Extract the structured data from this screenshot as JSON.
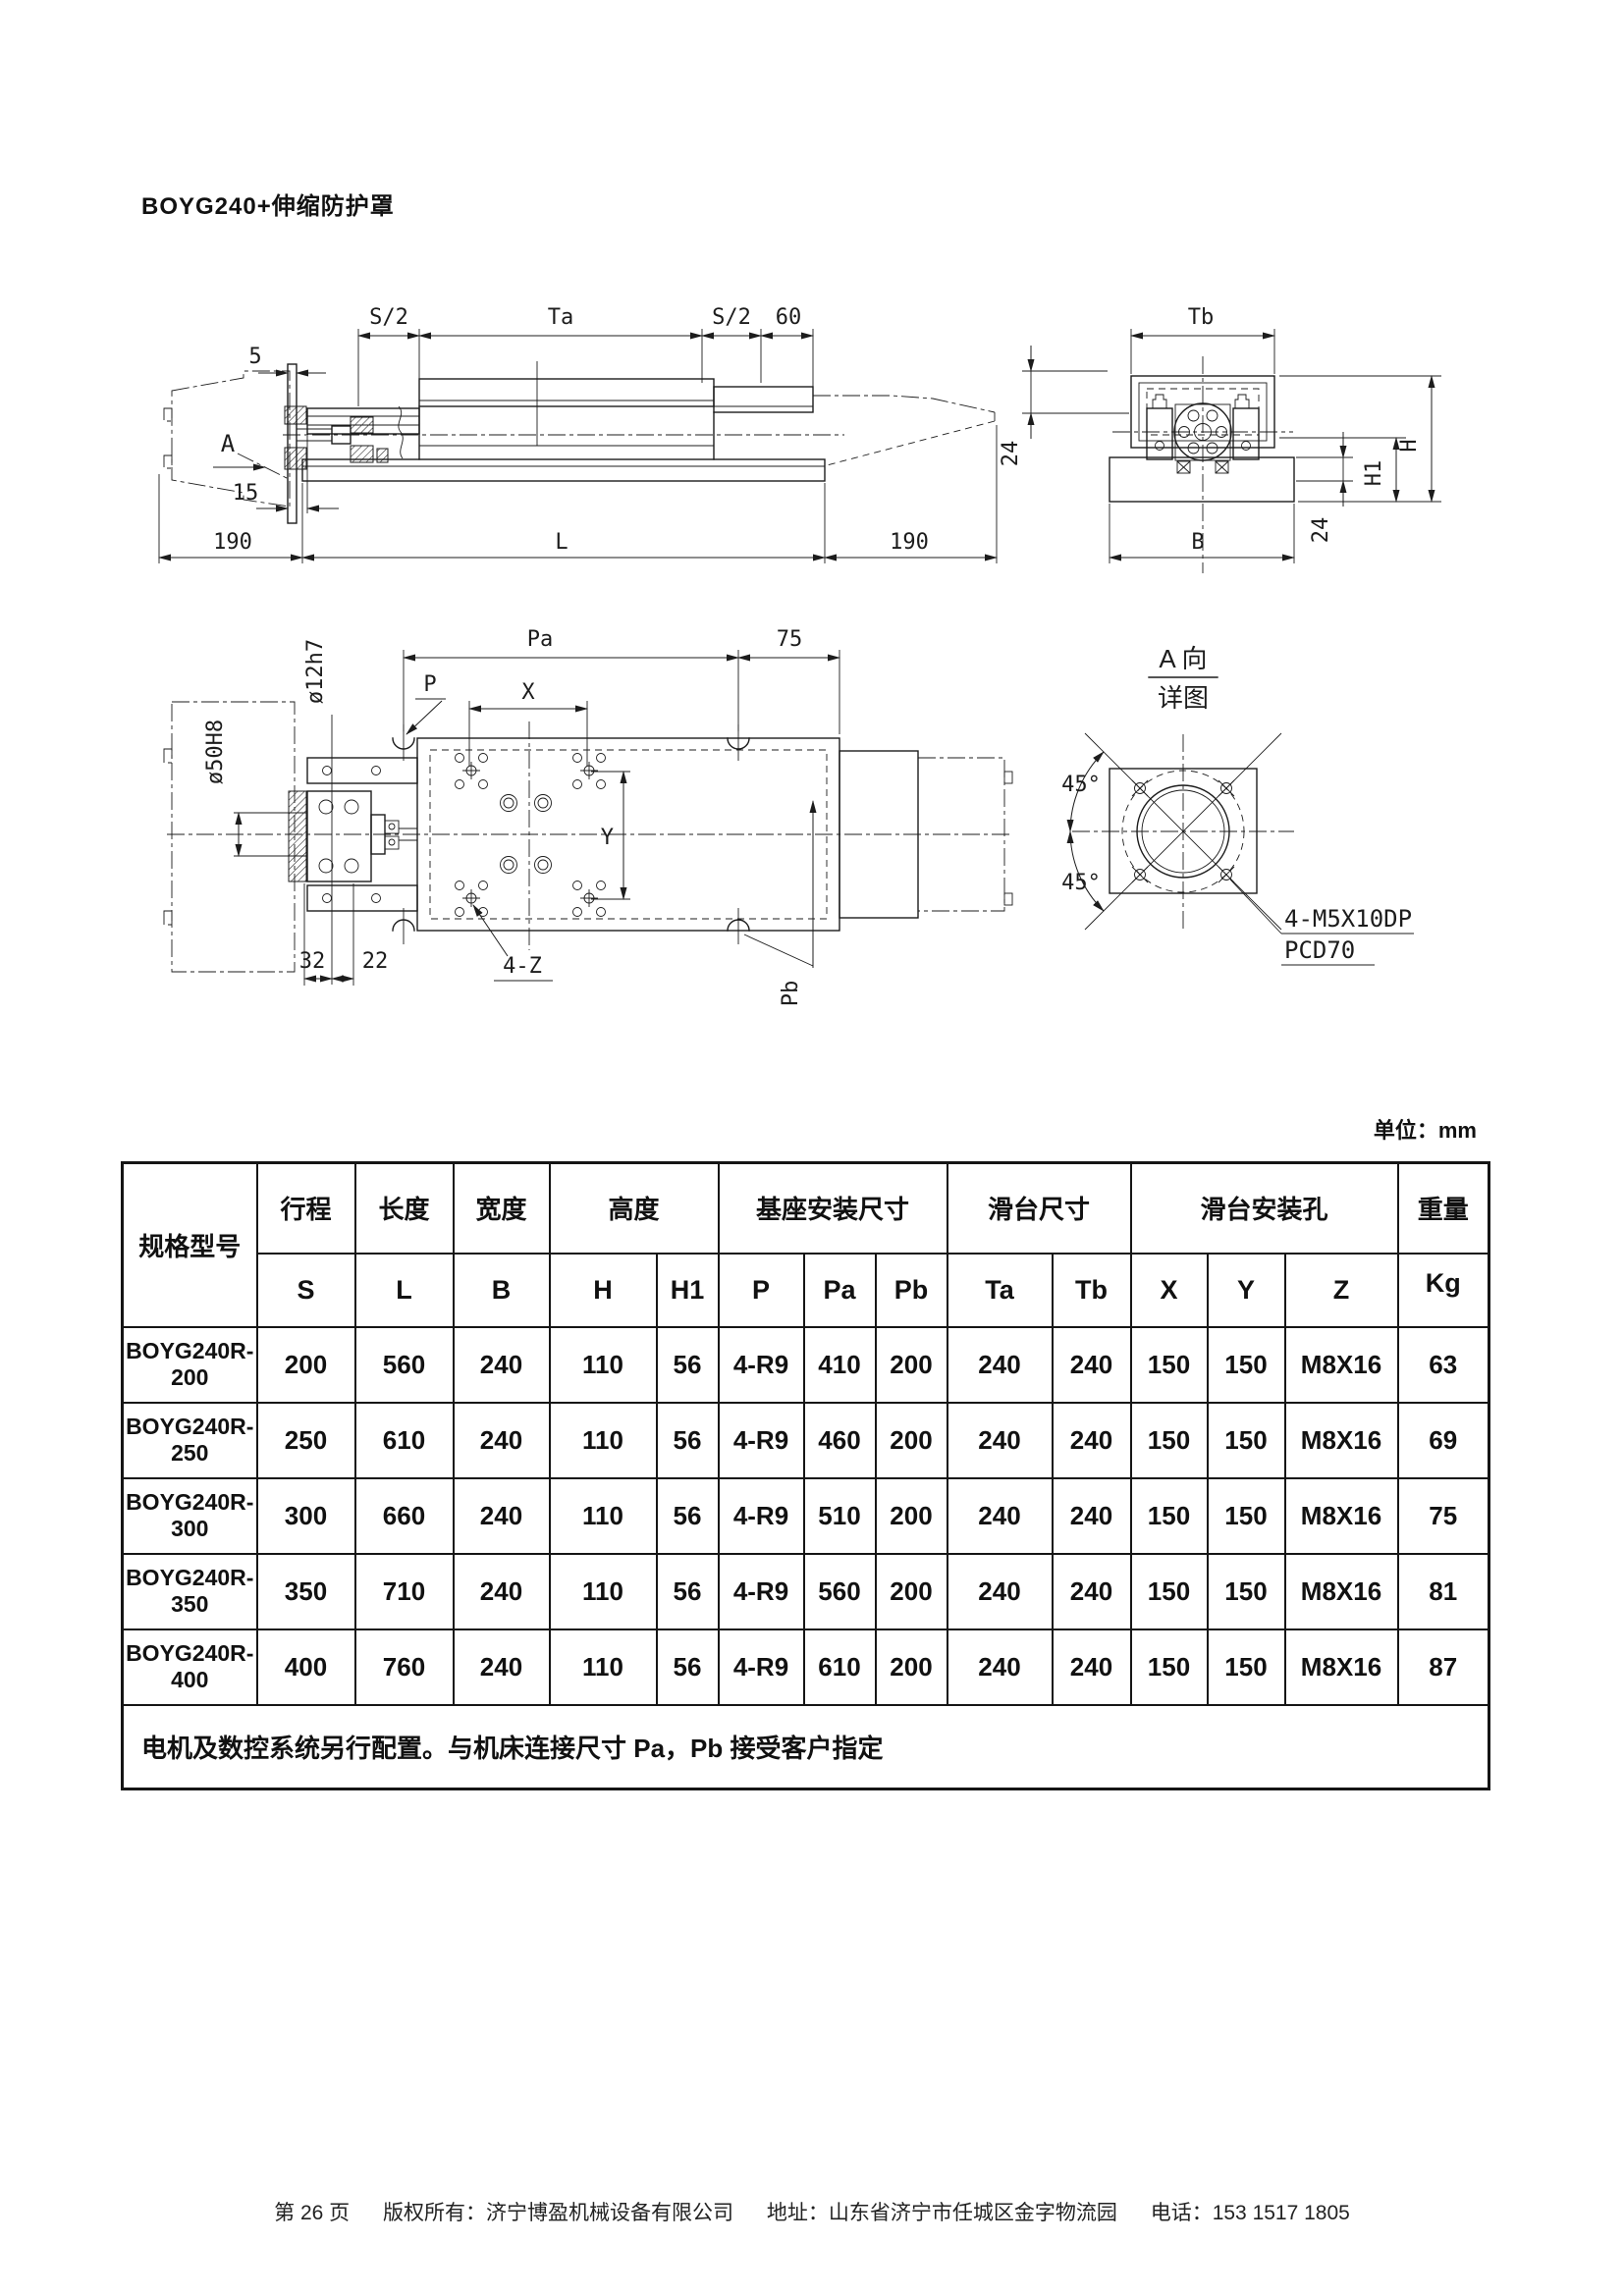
{
  "page": {
    "title": "BOYG240+伸缩防护罩",
    "unit_label": "单位：mm"
  },
  "fig1": {
    "s2_left": "S/2",
    "ta": "Ta",
    "s2_right": "S/2",
    "d60": "60",
    "d5": "5",
    "view_a": "A",
    "d15": "15",
    "d190_left": "190",
    "l": "L",
    "d190_right": "190",
    "tb": "Tb",
    "d24_top": "24",
    "h": "H",
    "h1": "H1",
    "d24_bottom": "24",
    "b": "B"
  },
  "fig2": {
    "dia12": "ø12h7",
    "dia50": "ø50H8",
    "pa": "Pa",
    "d75": "75",
    "p": "P",
    "x": "X",
    "y": "Y",
    "d32": "32",
    "d22": "22",
    "z4": "4-Z",
    "pb": "Pb",
    "detail_title_top": "A 向",
    "detail_title_bottom": "详图",
    "angle_top": "45°",
    "angle_bottom": "45°",
    "callout_line1": "4-M5X10DP",
    "callout_line2": "PCD70"
  },
  "table": {
    "h1": {
      "model": "规格型号",
      "stroke": "行程",
      "length": "长度",
      "width": "宽度",
      "height": "高度",
      "base_mount": "基座安装尺寸",
      "slide_size": "滑台尺寸",
      "slide_holes": "滑台安装孔",
      "weight": "重量"
    },
    "sub": {
      "s": "S",
      "l": "L",
      "b": "B",
      "h": "H",
      "h1": "H1",
      "p": "P",
      "pa": "Pa",
      "pb": "Pb",
      "ta": "Ta",
      "tb": "Tb",
      "x": "X",
      "y": "Y",
      "z": "Z",
      "kg": "Kg"
    },
    "rows": [
      [
        "BOYG240R-200",
        "200",
        "560",
        "240",
        "110",
        "56",
        "4-R9",
        "410",
        "200",
        "240",
        "240",
        "150",
        "150",
        "M8X16",
        "63"
      ],
      [
        "BOYG240R-250",
        "250",
        "610",
        "240",
        "110",
        "56",
        "4-R9",
        "460",
        "200",
        "240",
        "240",
        "150",
        "150",
        "M8X16",
        "69"
      ],
      [
        "BOYG240R-300",
        "300",
        "660",
        "240",
        "110",
        "56",
        "4-R9",
        "510",
        "200",
        "240",
        "240",
        "150",
        "150",
        "M8X16",
        "75"
      ],
      [
        "BOYG240R-350",
        "350",
        "710",
        "240",
        "110",
        "56",
        "4-R9",
        "560",
        "200",
        "240",
        "240",
        "150",
        "150",
        "M8X16",
        "81"
      ],
      [
        "BOYG240R-400",
        "400",
        "760",
        "240",
        "110",
        "56",
        "4-R9",
        "610",
        "200",
        "240",
        "240",
        "150",
        "150",
        "M8X16",
        "87"
      ]
    ],
    "note": "电机及数控系统另行配置。与机床连接尺寸 Pa，Pb 接受客户指定"
  },
  "footer": {
    "page": "第 26 页",
    "copyright": "版权所有：济宁博盈机械设备有限公司",
    "address": "地址：山东省济宁市任城区金字物流园",
    "phone": "电话：153 1517 1805"
  }
}
